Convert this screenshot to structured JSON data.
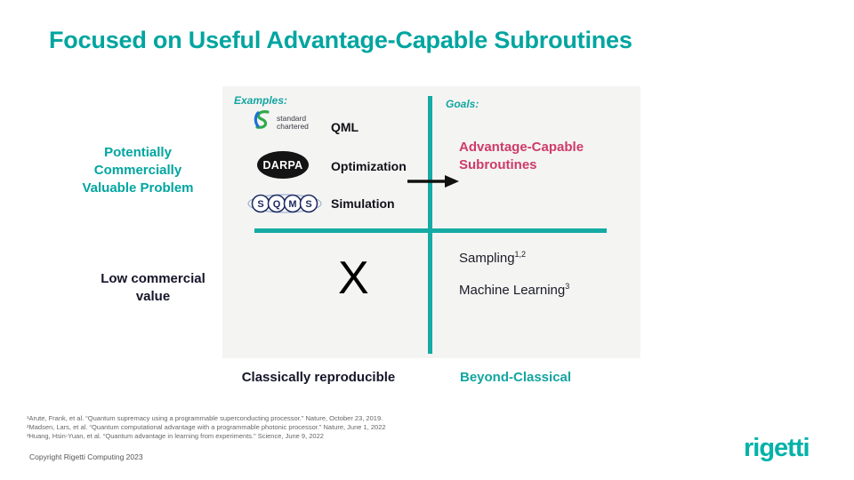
{
  "colors": {
    "teal": "#00a5a0",
    "axis_teal": "#14aba4",
    "pink": "#cf3a6b",
    "dark": "#15152a",
    "panel_gray": "#f4f4f3",
    "sc_green": "#2faa4a",
    "sc_blue": "#1d6fd6"
  },
  "slide": {
    "title": "Focused on Useful Advantage-Capable Subroutines",
    "left_axis": {
      "top_label": "Potentially Commercially Valuable Problem",
      "bottom_label": "Low commercial value"
    },
    "bottom_axis": {
      "left_label": "Classically reproducible",
      "right_label": "Beyond-Classical"
    },
    "quadrant": {
      "examples_heading": "Examples:",
      "goals_heading": "Goals:",
      "examples": [
        {
          "logo": "standard-chartered",
          "logo_text_line1": "standard",
          "logo_text_line2": "chartered",
          "label": "QML"
        },
        {
          "logo": "darpa",
          "logo_text": "DARPA",
          "label": "Optimization"
        },
        {
          "logo": "sqms",
          "letters": [
            "S",
            "Q",
            "M",
            "S"
          ],
          "label": "Simulation"
        }
      ],
      "goal_text": "Advantage-Capable Subroutines",
      "x_marker": "X",
      "beyond_items": [
        {
          "text": "Sampling",
          "sup": "1,2"
        },
        {
          "text": "Machine Learning",
          "sup": "3"
        }
      ]
    },
    "footnotes": [
      "¹Arute, Frank, et al. “Quantum supremacy using a programmable superconducting processor.” Nature, October 23, 2019.",
      "²Madsen, Lars, et al. “Quantum computational advantage with a programmable photonic processor.” Nature, June 1, 2022",
      "³Huang, Hsin-Yuan, et al. “Quantum advantage in learning from experiments.” Science, June 9, 2022"
    ],
    "copyright": "Copyright Rigetti Computing 2023",
    "logo_text": "rigetti"
  }
}
